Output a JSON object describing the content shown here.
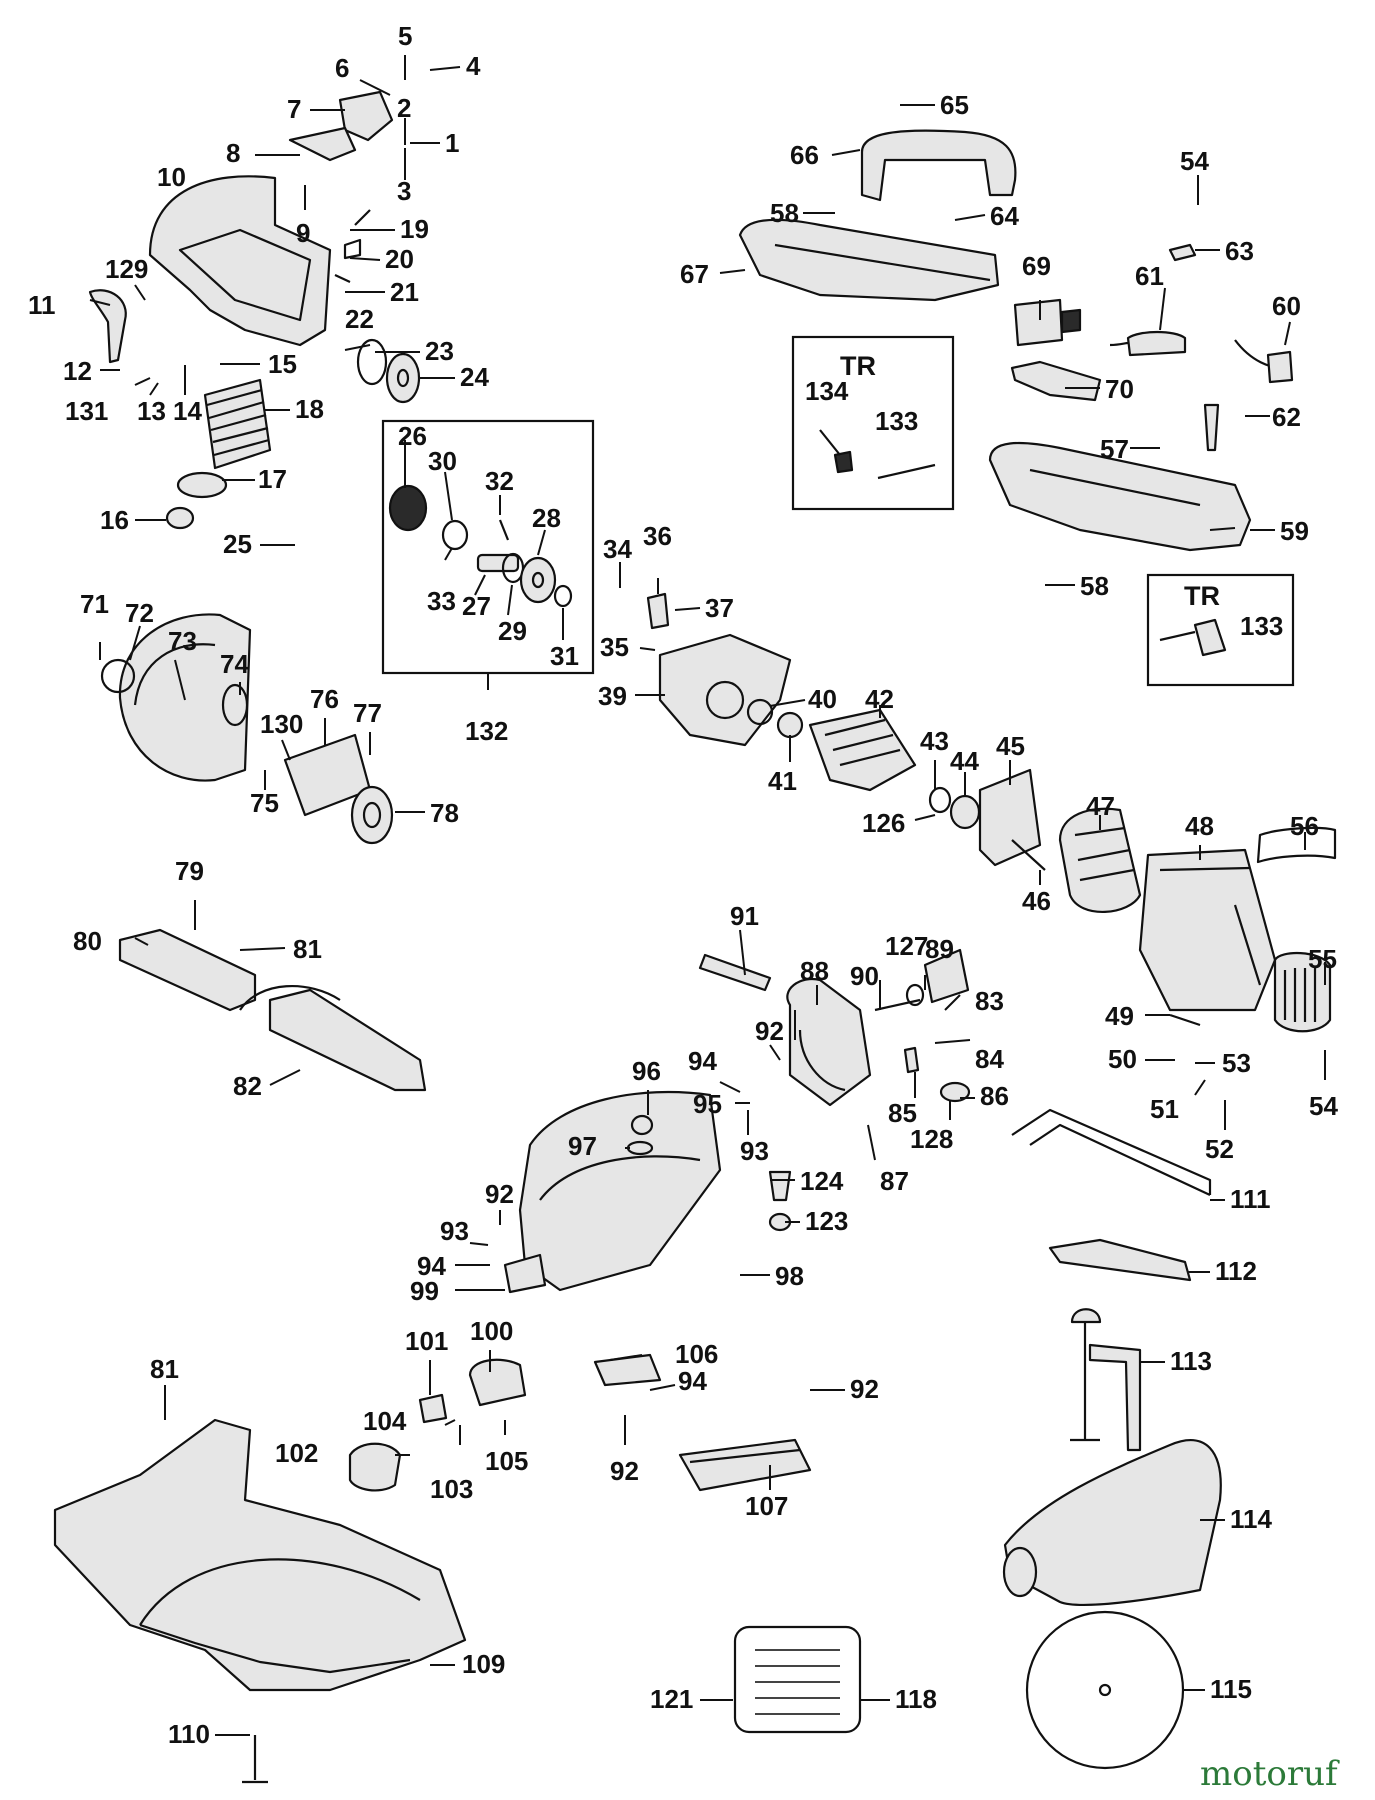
{
  "diagram": {
    "boxes": [
      {
        "id": "box-tr-top",
        "title": "TR",
        "callouts": [
          "134",
          "133"
        ]
      },
      {
        "id": "box-tr-bottom",
        "title": "TR",
        "callouts": [
          "133"
        ]
      },
      {
        "id": "box-132",
        "title": "",
        "callouts": [
          "26",
          "30",
          "32",
          "28",
          "33",
          "27",
          "29",
          "31"
        ]
      }
    ],
    "callouts": [
      "1",
      "2",
      "3",
      "4",
      "5",
      "6",
      "7",
      "8",
      "9",
      "10",
      "11",
      "12",
      "13",
      "14",
      "15",
      "16",
      "17",
      "18",
      "19",
      "20",
      "21",
      "22",
      "23",
      "24",
      "25",
      "26",
      "27",
      "28",
      "29",
      "30",
      "31",
      "32",
      "33",
      "34",
      "35",
      "36",
      "37",
      "39",
      "40",
      "41",
      "42",
      "43",
      "44",
      "45",
      "46",
      "47",
      "48",
      "49",
      "50",
      "51",
      "52",
      "53",
      "54",
      "55",
      "56",
      "57",
      "58",
      "59",
      "60",
      "61",
      "62",
      "63",
      "64",
      "65",
      "66",
      "67",
      "69",
      "70",
      "71",
      "72",
      "73",
      "74",
      "75",
      "76",
      "77",
      "78",
      "79",
      "80",
      "81",
      "82",
      "83",
      "84",
      "85",
      "86",
      "87",
      "88",
      "89",
      "90",
      "91",
      "92",
      "93",
      "94",
      "95",
      "96",
      "97",
      "98",
      "99",
      "100",
      "101",
      "102",
      "103",
      "104",
      "105",
      "106",
      "107",
      "109",
      "110",
      "111",
      "112",
      "113",
      "114",
      "115",
      "118",
      "121",
      "123",
      "124",
      "126",
      "127",
      "128",
      "129",
      "130",
      "131",
      "132",
      "133",
      "134"
    ]
  },
  "watermark": {
    "brand": "motoruf",
    "accent_green": "#2c7a39",
    "accent_red": "#d23a3a"
  },
  "colors": {
    "ink": "#111111",
    "paper": "#ffffff"
  }
}
